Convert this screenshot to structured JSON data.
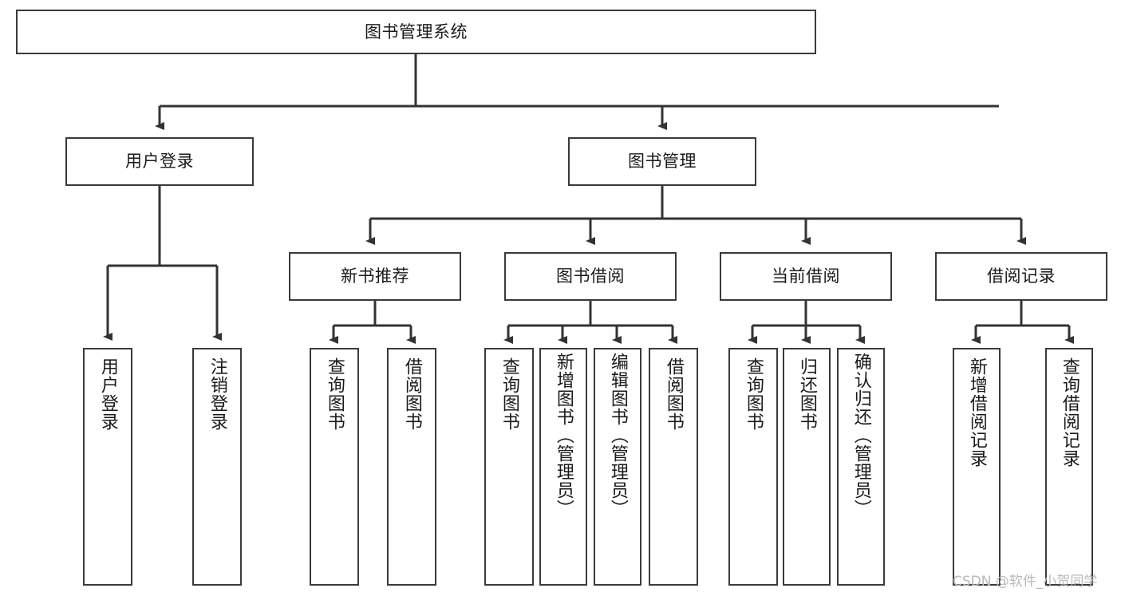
{
  "diagram": {
    "type": "tree",
    "title": "图书管理系统",
    "colors": {
      "box_border": "#3a3a3a",
      "box_fill": "#ffffff",
      "edge": "#333333",
      "text": "#1a1a1a",
      "watermark": "#b9b9b9",
      "background": "#ffffff"
    },
    "root": {
      "label": "图书管理系统"
    },
    "level2": [
      {
        "id": "user-login",
        "label": "用户登录"
      },
      {
        "id": "book-management",
        "label": "图书管理"
      }
    ],
    "level3": [
      {
        "id": "new-book-recommend",
        "label": "新书推荐",
        "parent": "book-management"
      },
      {
        "id": "book-borrow",
        "label": "图书借阅",
        "parent": "book-management"
      },
      {
        "id": "current-borrow",
        "label": "当前借阅",
        "parent": "book-management"
      },
      {
        "id": "borrow-record",
        "label": "借阅记录",
        "parent": "book-management"
      }
    ],
    "leaves": [
      {
        "id": "leaf-user-login",
        "label": "用户登录",
        "parent": "user-login"
      },
      {
        "id": "leaf-logout",
        "label": "注销登录",
        "parent": "user-login"
      },
      {
        "id": "leaf-query-book-1",
        "label": "查询图书",
        "parent": "new-book-recommend"
      },
      {
        "id": "leaf-borrow-book-1",
        "label": "借阅图书",
        "parent": "new-book-recommend"
      },
      {
        "id": "leaf-query-book-2",
        "label": "查询图书",
        "parent": "book-borrow"
      },
      {
        "id": "leaf-add-book",
        "label": "新增图书（管理员）",
        "parent": "book-borrow"
      },
      {
        "id": "leaf-edit-book",
        "label": "编辑图书（管理员）",
        "parent": "book-borrow"
      },
      {
        "id": "leaf-borrow-book-2",
        "label": "借阅图书",
        "parent": "book-borrow"
      },
      {
        "id": "leaf-query-book-3",
        "label": "查询图书",
        "parent": "current-borrow"
      },
      {
        "id": "leaf-return-book",
        "label": "归还图书",
        "parent": "current-borrow"
      },
      {
        "id": "leaf-confirm-return",
        "label": "确认归还（管理员）",
        "parent": "current-borrow"
      },
      {
        "id": "leaf-add-record",
        "label": "新增借阅记录",
        "parent": "borrow-record"
      },
      {
        "id": "leaf-query-record",
        "label": "查询借阅记录",
        "parent": "borrow-record"
      }
    ],
    "watermark": "CSDN @软件_小贺同学"
  }
}
